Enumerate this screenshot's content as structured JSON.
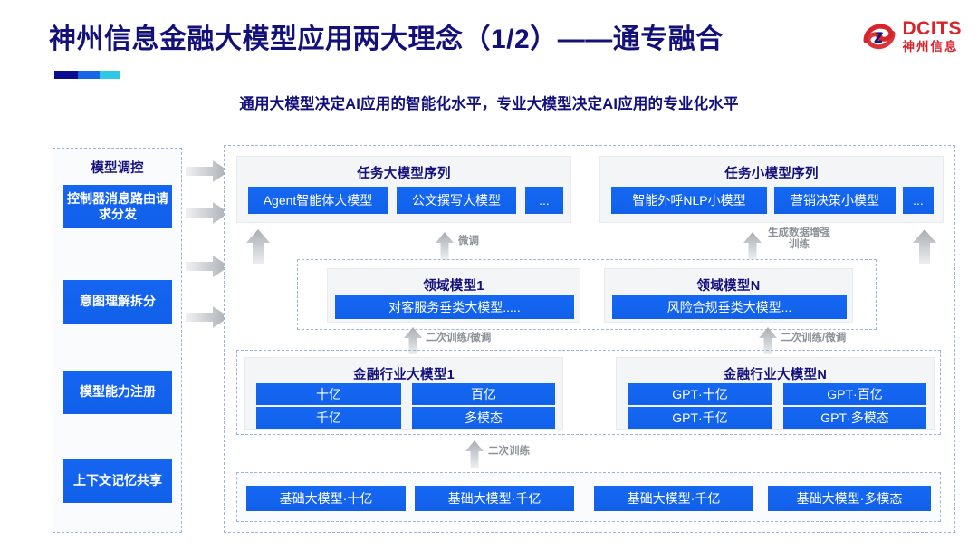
{
  "header": {
    "title": "神州信息金融大模型应用两大理念（1/2）——通专融合",
    "subtitle": "通用大模型决定AI应用的智能化水平，专业大模型决定AI应用的专业化水平",
    "logo_en": "DCITS",
    "logo_cn": "神州信息",
    "accent_colors": [
      "#0b0b8f",
      "#1667e8",
      "#2cc8e8"
    ],
    "title_color": "#13107a",
    "logo_color": "#d8232a"
  },
  "control_panel": {
    "title": "模型调控",
    "items": [
      {
        "label": "控制器消息路由请求分发"
      },
      {
        "label": "意图理解拆分"
      },
      {
        "label": "模型能力注册"
      },
      {
        "label": "上下文记忆共享"
      }
    ]
  },
  "flow_arrows": {
    "left_arrow_count": 4,
    "icon": "arrow-right-icon"
  },
  "task_groups": [
    {
      "title": "任务大模型序列",
      "items": [
        "Agent智能体大模型",
        "公文撰写大模型",
        "..."
      ]
    },
    {
      "title": "任务小模型序列",
      "items": [
        "智能外呼NLP小模型",
        "营销决策小模型",
        "..."
      ]
    }
  ],
  "domain_groups": [
    {
      "title": "领域模型1",
      "items": [
        "对客服务垂类大模型....."
      ]
    },
    {
      "title": "领域模型N",
      "items": [
        "风险合规垂类大模型..."
      ]
    }
  ],
  "industry_groups": [
    {
      "title": "金融行业大模型1",
      "items": [
        "十亿",
        "百亿",
        "千亿",
        "多模态"
      ]
    },
    {
      "title": "金融行业大模型N",
      "items": [
        "GPT·十亿",
        "GPT·百亿",
        "GPT·千亿",
        "GPT·多模态"
      ]
    }
  ],
  "base_models": {
    "items": [
      "基础大模型·十亿",
      "基础大模型·千亿",
      "基础大模型·千亿",
      "基础大模型·多模态"
    ]
  },
  "captions": {
    "fine_tune": "微调",
    "data_augment": "生成数据增强\n训练",
    "retrain_finetune_left": "二次训练/微调",
    "retrain_finetune_right": "二次训练/微调",
    "retrain": "二次训练"
  },
  "colors": {
    "chip_blue": "#1568f2",
    "panel_gray": "#f4f5f7",
    "dash_border": "#9fb4d8",
    "caption_gray": "#8d9299"
  }
}
